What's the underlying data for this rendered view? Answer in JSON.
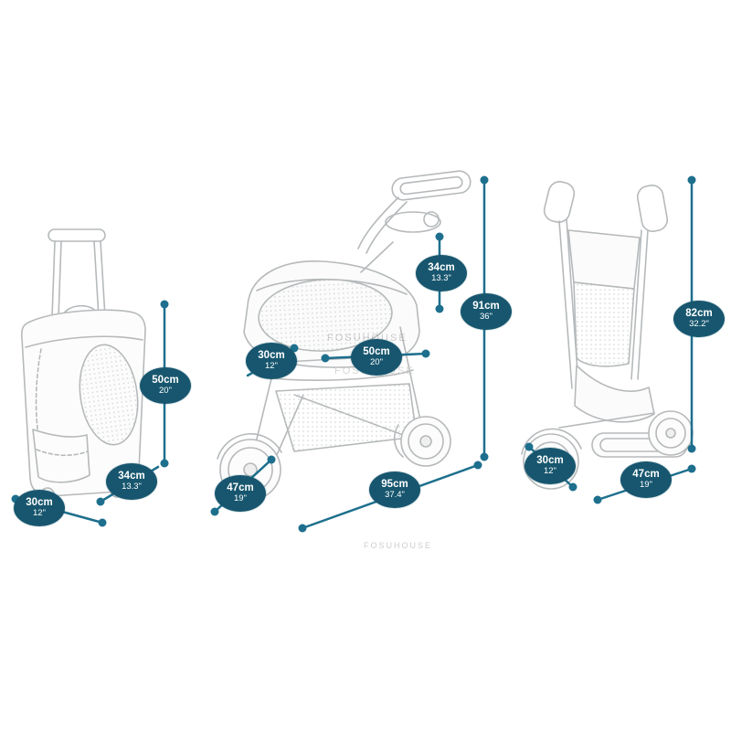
{
  "watermark": {
    "text": "FOSUHOUSE"
  },
  "colors": {
    "badge_fill": "#17566e",
    "dimension_line": "#1d6f8d",
    "artwork_stroke": "#b6b9bb"
  },
  "figures": {
    "backpack": {
      "label": "backpack carrier with trolley handle"
    },
    "stroller": {
      "label": "pet stroller assembled"
    },
    "folded": {
      "label": "pet stroller folded"
    }
  },
  "badges": [
    {
      "name": "backpack-height",
      "cm": "50cm",
      "inch": "20\""
    },
    {
      "name": "backpack-depth",
      "cm": "34cm",
      "inch": "13.3\""
    },
    {
      "name": "backpack-width",
      "cm": "30cm",
      "inch": "12\""
    },
    {
      "name": "stroller-carrier-width",
      "cm": "30cm",
      "inch": "12\""
    },
    {
      "name": "stroller-carrier-length",
      "cm": "50cm",
      "inch": "20\""
    },
    {
      "name": "stroller-carrier-height",
      "cm": "34cm",
      "inch": "13.3\""
    },
    {
      "name": "stroller-total-height",
      "cm": "91cm",
      "inch": "36\""
    },
    {
      "name": "stroller-total-length",
      "cm": "95cm",
      "inch": "37.4\""
    },
    {
      "name": "stroller-width",
      "cm": "47cm",
      "inch": "19\""
    },
    {
      "name": "folded-height",
      "cm": "82cm",
      "inch": "32.2\""
    },
    {
      "name": "folded-depth",
      "cm": "30cm",
      "inch": "12\""
    },
    {
      "name": "folded-width",
      "cm": "47cm",
      "inch": "19\""
    }
  ]
}
